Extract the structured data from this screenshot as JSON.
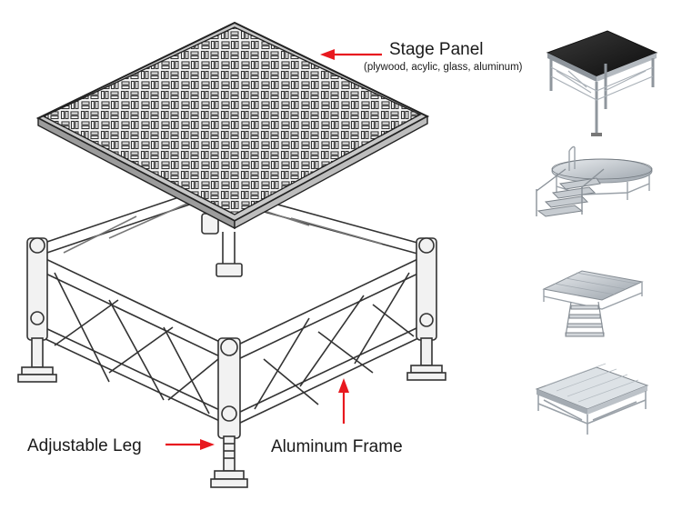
{
  "labels": {
    "stage_panel": "Stage Panel",
    "stage_panel_materials": "(plywood, acylic, glass, aluminum)",
    "adjustable_leg": "Adjustable Leg",
    "aluminum_frame": "Aluminum Frame"
  },
  "colors": {
    "arrow": "#e8191f",
    "line": "#333333",
    "panel_dark": "#1c1c1c",
    "metal": "#b9bfc6"
  },
  "thumbnails": [
    {
      "id": "stage-black-panel"
    },
    {
      "id": "stage-round-with-stairs"
    },
    {
      "id": "stage-with-stairs-clear"
    },
    {
      "id": "stage-glass-panel"
    }
  ]
}
